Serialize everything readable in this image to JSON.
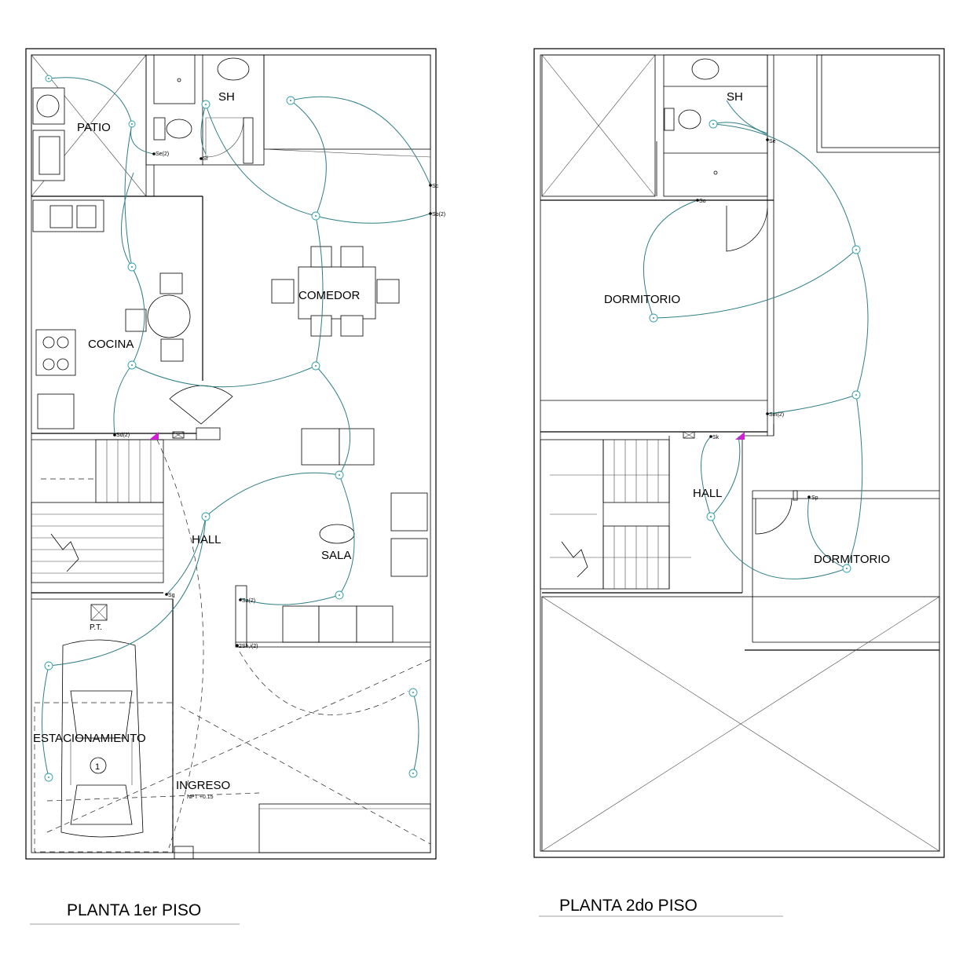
{
  "plans": {
    "first_floor": {
      "title": "PLANTA 1er  PISO",
      "rooms": {
        "patio": "PATIO",
        "sh": "SH",
        "comedor": "COMEDOR",
        "cocina": "COCINA",
        "hall": "HALL",
        "sala": "SALA",
        "estacionamiento": "ESTACIONAMIENTO",
        "ingreso": "INGRESO"
      },
      "annotations": {
        "pt": "P.T.",
        "car_number": "1",
        "npt": "NPT  +0.15"
      },
      "switches": [
        "Se(2)",
        "Sf",
        "Sc",
        "Sb(2)",
        "Sd(2)",
        "Sg",
        "Sa(2)",
        "2Sh,i(2)"
      ]
    },
    "second_floor": {
      "title": "PLANTA 2do  PISO",
      "rooms": {
        "sh": "SH",
        "dormitorio_1": "DORMITORIO",
        "hall": "HALL",
        "dormitorio_2": "DORMITORIO"
      },
      "switches": [
        "Se",
        "So",
        "Sm(2)",
        "Sk",
        "Sp"
      ]
    }
  },
  "colors": {
    "wiring": "#2f7f86",
    "fixture": "#2f9fa8",
    "panel_marker": "#d31fd3",
    "walls": "#000000"
  }
}
